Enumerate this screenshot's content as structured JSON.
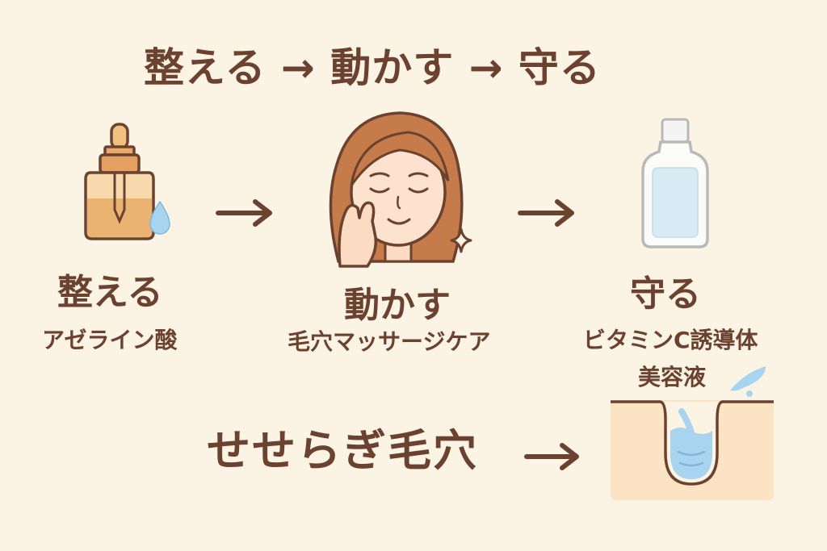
{
  "header": {
    "title": "整える → 動かす → 守る"
  },
  "steps": [
    {
      "title": "整える",
      "subtitle": "アゼライン酸",
      "icon": "dropper-bottle-icon"
    },
    {
      "title": "動かす",
      "subtitle": "毛穴マッサージケア",
      "icon": "woman-massaging-face-icon"
    },
    {
      "title": "守る",
      "subtitle_line1": "ビタミンC誘導体",
      "subtitle_line2": "美容液",
      "icon": "serum-bottle-icon"
    }
  ],
  "result": {
    "label": "せせらぎ毛穴",
    "icon": "clean-pore-icon"
  },
  "colors": {
    "background": "#fbf4e4",
    "text_brown": "#6b4230",
    "amber": "#eab372",
    "water_blue": "#a9d4ef",
    "skin": "#fbdbc2",
    "hair": "#c67b4a"
  }
}
